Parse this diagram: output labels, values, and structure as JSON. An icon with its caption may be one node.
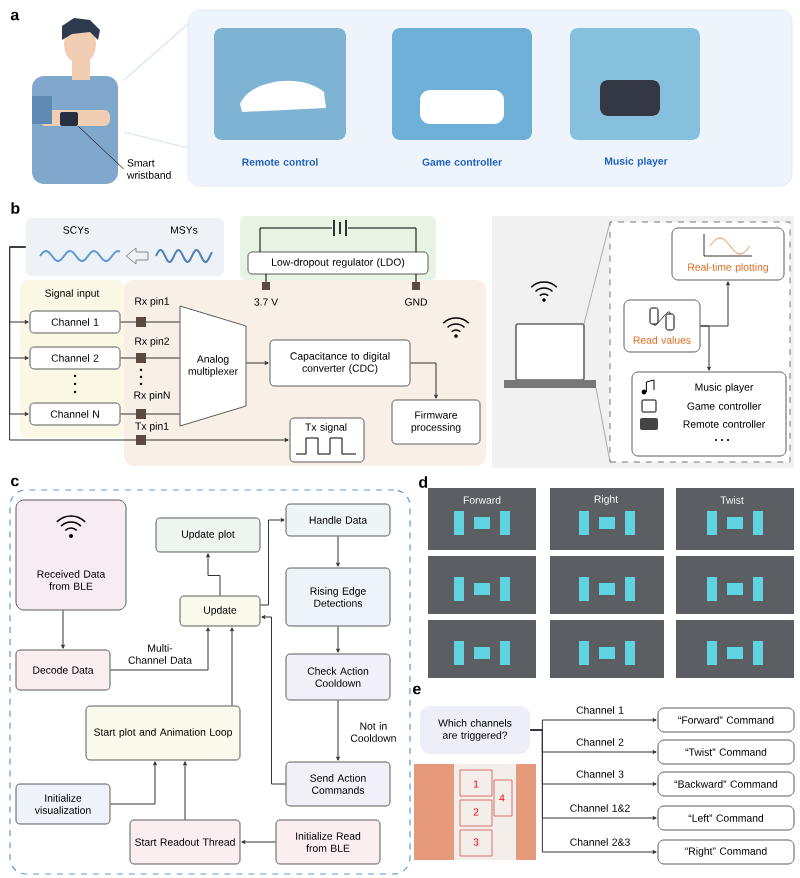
{
  "diagram": {
    "nodes": [
      {
        "text": [
          "Smart wristband"
        ]
      },
      {
        "text": [],
        "shape": "box"
      },
      {
        "text": [],
        "shape": "box"
      },
      {
        "text": [
          "Remote control"
        ],
        "in": 2
      },
      {
        "text": [
          "Game controller"
        ],
        "in": 2
      },
      {
        "text": [
          "Music player"
        ],
        "in": 2
      },
      {
        "text": [
          "SCYs",
          "MSYs"
        ]
      },
      {
        "text": [
          "Low-dropout regulator (LDO)"
        ]
      },
      {
        "text": [
          "Signal input"
        ]
      },
      {
        "text": [
          "Channel 1"
        ],
        "in": 8
      },
      {
        "text": [
          "Channel 2"
        ],
        "in": 8
      },
      {
        "text": [
          "Channel N"
        ],
        "in": 8
      },
      {
        "text": [
          "Analog multiplexer"
        ]
      },
      {
        "text": [
          "Capacitance to digital converter (CDC)"
        ]
      },
      {
        "text": [
          "Firmware processing"
        ]
      },
      {
        "text": [
          "Tx signal"
        ]
      },
      {
        "text": [],
        "shape": "box"
      },
      {
        "text": [
          "Real-time plotting"
        ],
        "in": 16
      },
      {
        "text": [
          "Read values"
        ],
        "in": 16
      },
      {
        "text": [
          "Music player",
          "Game controller",
          "Remote controller"
        ],
        "in": 16
      },
      {
        "text": [],
        "shape": "box"
      },
      {
        "text": [
          "Received Data from BLE"
        ],
        "in": 20
      },
      {
        "text": [
          "Decode Data"
        ],
        "in": 20
      },
      {
        "text": [
          "Update plot"
        ],
        "in": 20
      },
      {
        "text": [
          "Update"
        ],
        "in": 20
      },
      {
        "text": [
          "Handle Data"
        ],
        "in": 20
      },
      {
        "text": [
          "Rising Edge Detections"
        ],
        "in": 20
      },
      {
        "text": [
          "Check Action Cooldown"
        ],
        "in": 20
      },
      {
        "text": [
          "Start plot and Animation Loop"
        ],
        "in": 20
      },
      {
        "text": [
          "Send Action Commands"
        ],
        "in": 20
      },
      {
        "text": [
          "Initialize visualization"
        ],
        "in": 20
      },
      {
        "text": [
          "Start Readout Thread"
        ],
        "in": 20
      },
      {
        "text": [
          "Initialize Read from BLE"
        ],
        "in": 20
      },
      {
        "text": [
          "Which channels are triggered?"
        ]
      },
      {
        "text": [
          "“Forward” Command"
        ]
      },
      {
        "text": [
          "“Twist” Command"
        ]
      },
      {
        "text": [
          "“Backward” Command"
        ]
      },
      {
        "text": [
          "“Left” Command"
        ]
      },
      {
        "text": [
          "“Right” Command"
        ]
      }
    ],
    "edges": [
      {
        "from": 0,
        "to": 1,
        "arrow": "none"
      },
      {
        "from": 6,
        "to": 9,
        "arrow": "to"
      },
      {
        "from": 6,
        "to": 10,
        "arrow": "to"
      },
      {
        "from": 6,
        "to": 11,
        "arrow": "to"
      },
      {
        "from": 6,
        "to": 15,
        "arrow": "to"
      },
      {
        "from": 9,
        "to": 12,
        "arrow": "none"
      },
      {
        "from": 10,
        "to": 12,
        "arrow": "none"
      },
      {
        "from": 11,
        "to": 12,
        "arrow": "none"
      },
      {
        "from": 12,
        "to": 13,
        "arrow": "to"
      },
      {
        "from": 13,
        "to": 14,
        "arrow": "to"
      },
      {
        "from": 18,
        "to": 17,
        "arrow": "to"
      },
      {
        "from": 18,
        "to": 19,
        "arrow": "to"
      },
      {
        "from": 21,
        "to": 22,
        "arrow": "to"
      },
      {
        "from": 22,
        "to": 24,
        "arrow": "to",
        "label": "Multi-Channel Data"
      },
      {
        "from": 24,
        "to": 23,
        "arrow": "to"
      },
      {
        "from": 24,
        "to": 25,
        "arrow": "to"
      },
      {
        "from": 25,
        "to": 26,
        "arrow": "to"
      },
      {
        "from": 26,
        "to": 27,
        "arrow": "to"
      },
      {
        "from": 27,
        "to": 29,
        "arrow": "to",
        "label": "Not in Cooldown"
      },
      {
        "from": 29,
        "to": 24,
        "arrow": "to"
      },
      {
        "from": 28,
        "to": 24,
        "arrow": "to"
      },
      {
        "from": 30,
        "to": 28,
        "arrow": "to"
      },
      {
        "from": 31,
        "to": 28,
        "arrow": "to"
      },
      {
        "from": 32,
        "to": 31,
        "arrow": "to"
      },
      {
        "from": 33,
        "to": 34,
        "arrow": "to",
        "label": "Channel 1"
      },
      {
        "from": 33,
        "to": 35,
        "arrow": "to",
        "label": "Channel 2"
      },
      {
        "from": 33,
        "to": 36,
        "arrow": "to",
        "label": "Channel 3"
      },
      {
        "from": 33,
        "to": 37,
        "arrow": "to",
        "label": "Channel 1&2"
      },
      {
        "from": 33,
        "to": 38,
        "arrow": "to",
        "label": "Channel 2&3"
      }
    ],
    "labels": [
      "a",
      "b",
      "Rx pin1",
      "3.7 V",
      "GND",
      "Rx pin2",
      "Rx pinN",
      "Tx pin1",
      "c",
      "d",
      "Forward",
      "Right",
      "Twist",
      "e",
      "1",
      "2",
      "3",
      "4"
    ]
  }
}
